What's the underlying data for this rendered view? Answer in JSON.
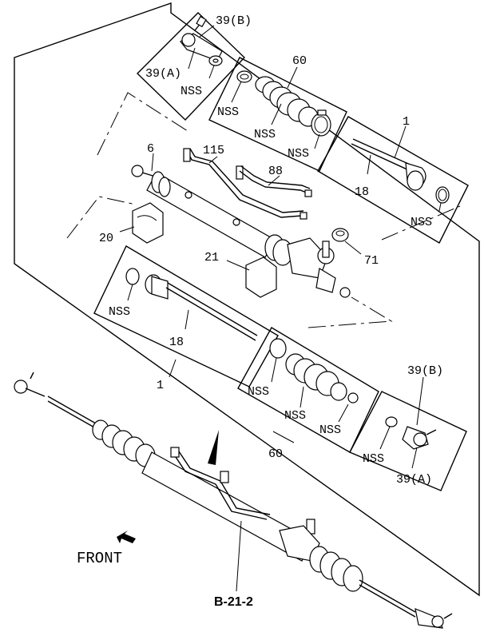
{
  "labels": {
    "l39b_top": "39(B)",
    "l39a_top": "39(A)",
    "nss_a": "NSS",
    "l60_top": "60",
    "nss_b": "NSS",
    "nss_c": "NSS",
    "nss_d": "NSS",
    "l1_top": "1",
    "l6": "6",
    "l115": "115",
    "l88": "88",
    "l18_top": "18",
    "nss_e": "NSS",
    "l20": "20",
    "l71": "71",
    "l21": "21",
    "nss_f": "NSS",
    "l18_bot": "18",
    "l1_bot": "1",
    "nss_g": "NSS",
    "nss_h": "NSS",
    "nss_i": "NSS",
    "l39b_bot": "39(B)",
    "nss_j": "NSS",
    "l60_bot": "60",
    "l39a_bot": "39(A)",
    "front": "FRONT",
    "ref": "B-21-2"
  }
}
